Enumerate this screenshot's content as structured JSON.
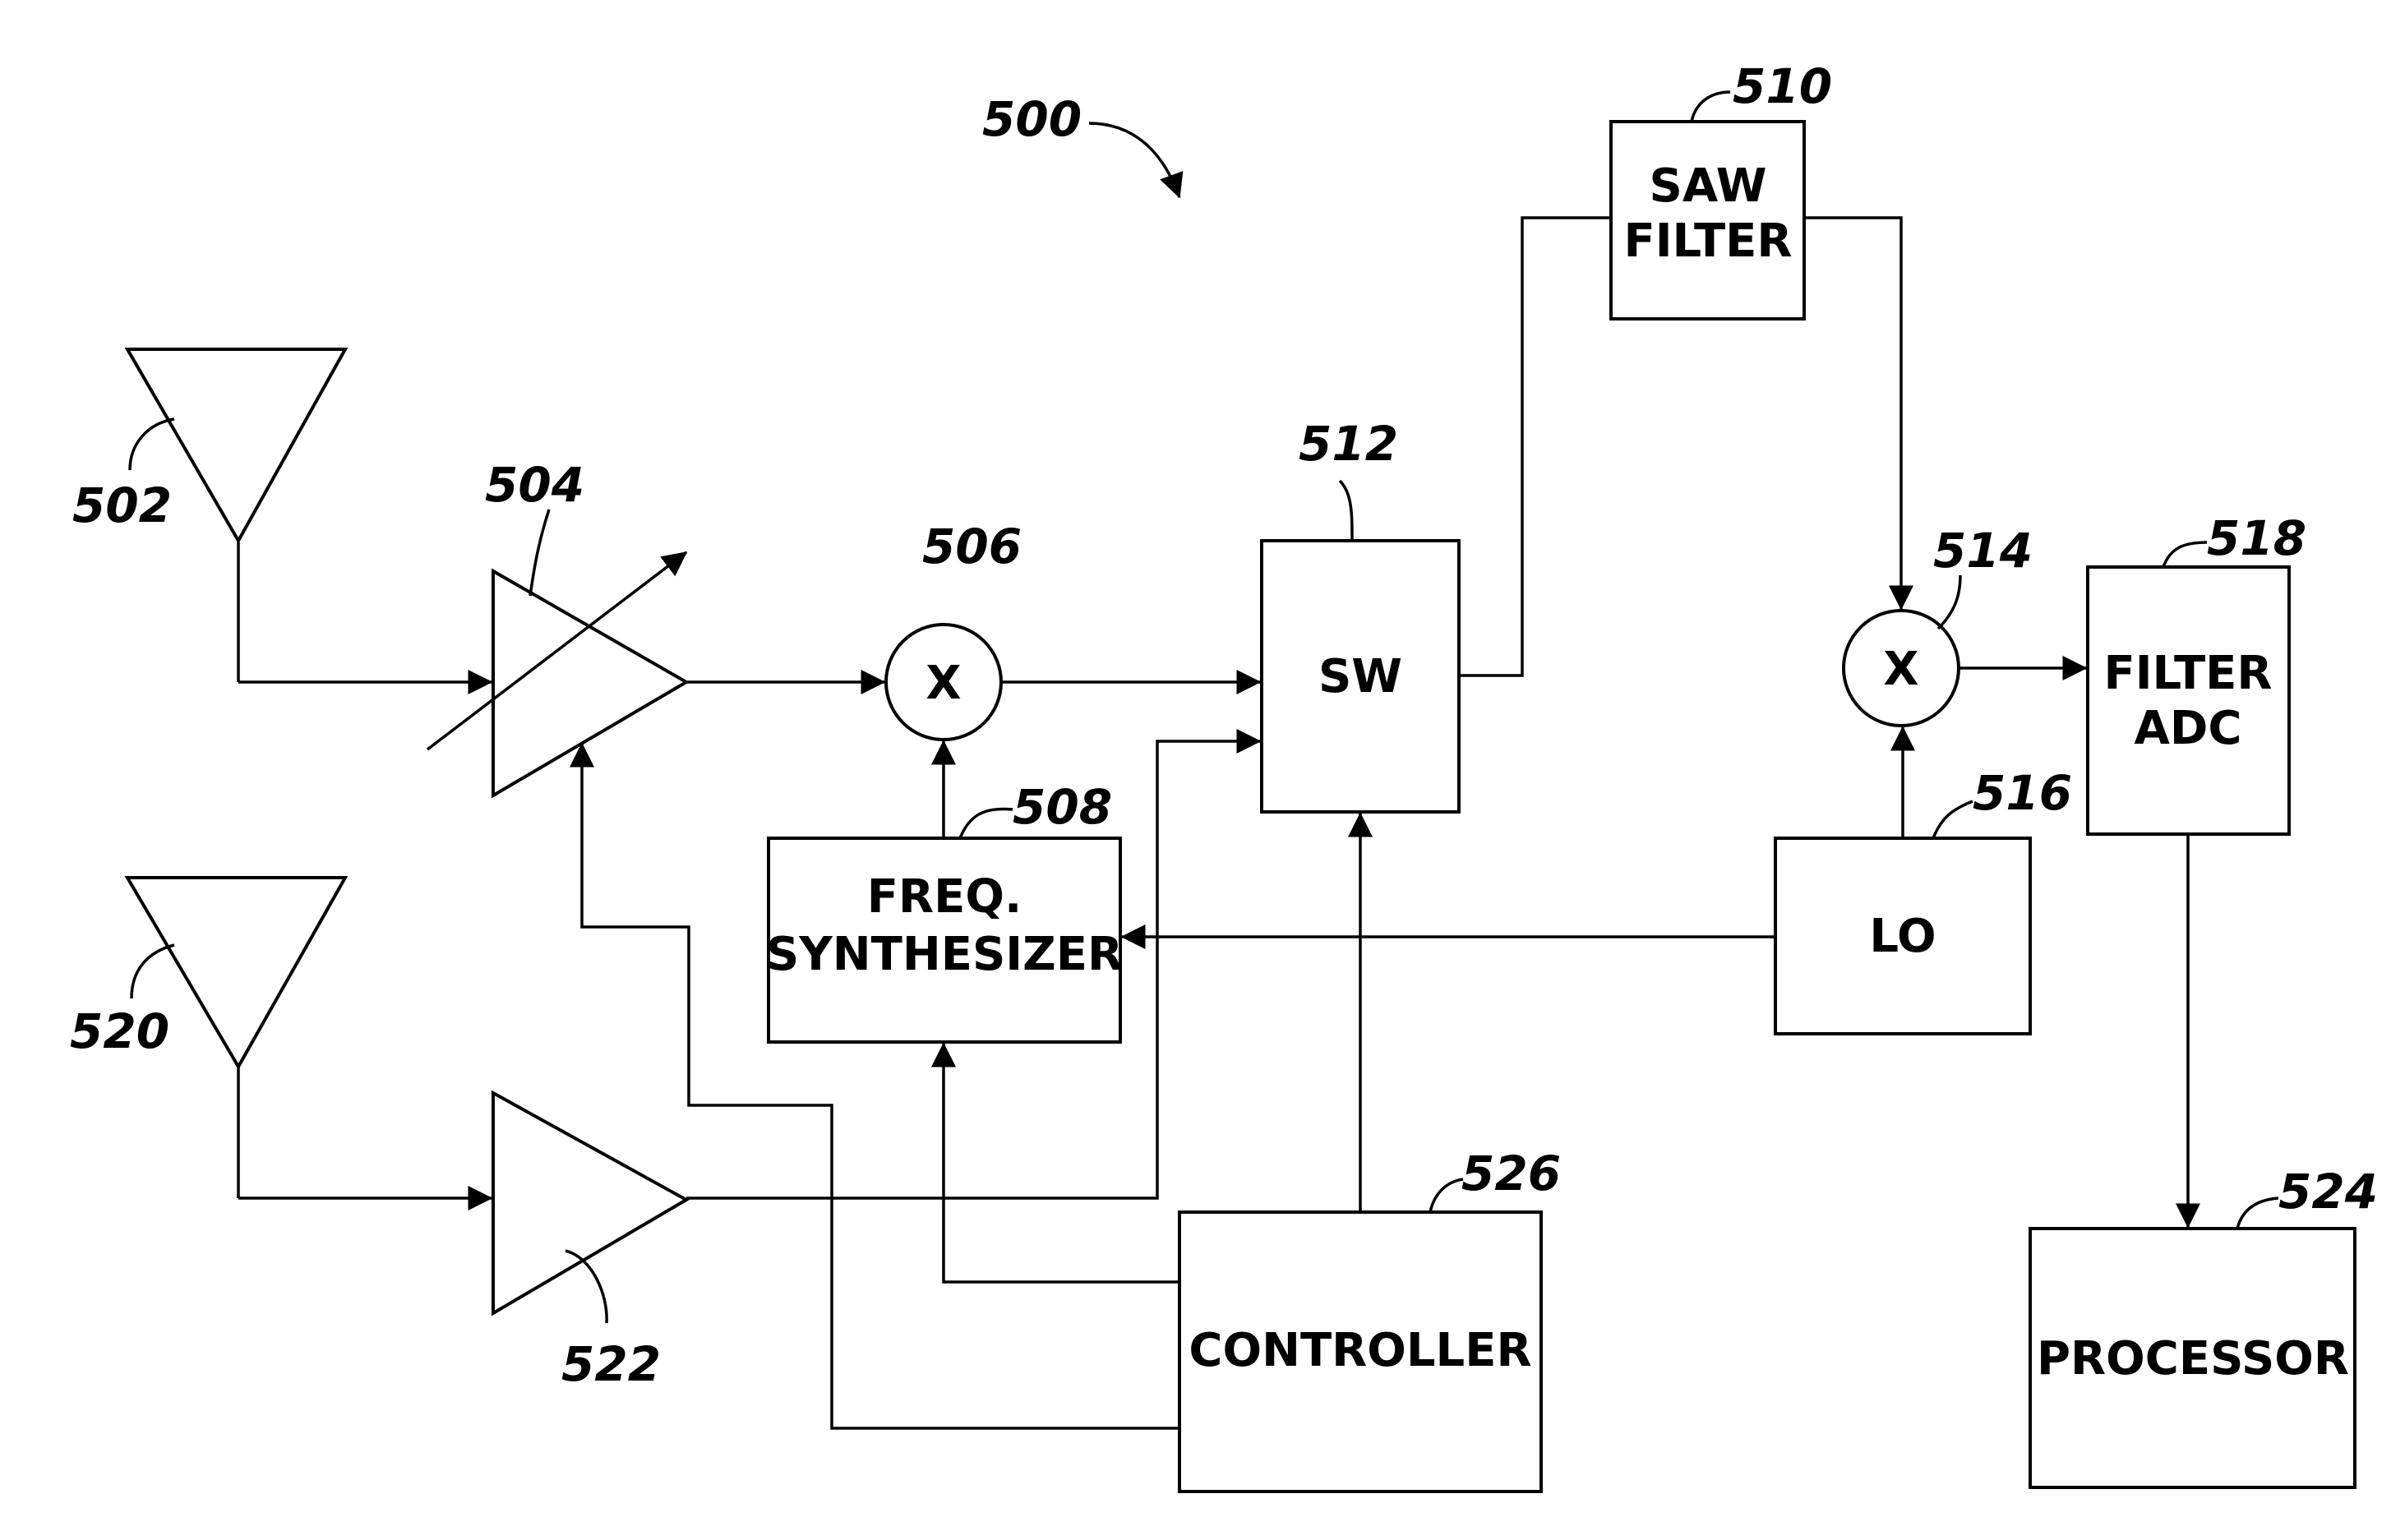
{
  "figure": {
    "ref": "500",
    "colors": {
      "ink": "#000000",
      "paper": "#ffffff"
    }
  },
  "blocks": {
    "saw_filter": {
      "ref": "510",
      "label_line1": "SAW",
      "label_line2": "FILTER"
    },
    "switch": {
      "ref": "512",
      "label": "SW"
    },
    "freq_synthesizer": {
      "ref": "508",
      "label_line1": "FREQ.",
      "label_line2": "SYNTHESIZER"
    },
    "filter_adc": {
      "ref": "518",
      "label_line1": "FILTER",
      "label_line2": "ADC"
    },
    "local_oscillator": {
      "ref": "516",
      "label": "LO"
    },
    "controller": {
      "ref": "526",
      "label": "CONTROLLER"
    },
    "processor": {
      "ref": "524",
      "label": "PROCESSOR"
    }
  },
  "mixers": {
    "mixer_1": {
      "ref": "506",
      "symbol": "X"
    },
    "mixer_2": {
      "ref": "514",
      "symbol": "X"
    }
  },
  "antennas": {
    "antenna_1": {
      "ref": "502"
    },
    "antenna_2": {
      "ref": "520"
    }
  },
  "amplifiers": {
    "variable_amplifier": {
      "ref": "504"
    },
    "amplifier": {
      "ref": "522"
    }
  }
}
